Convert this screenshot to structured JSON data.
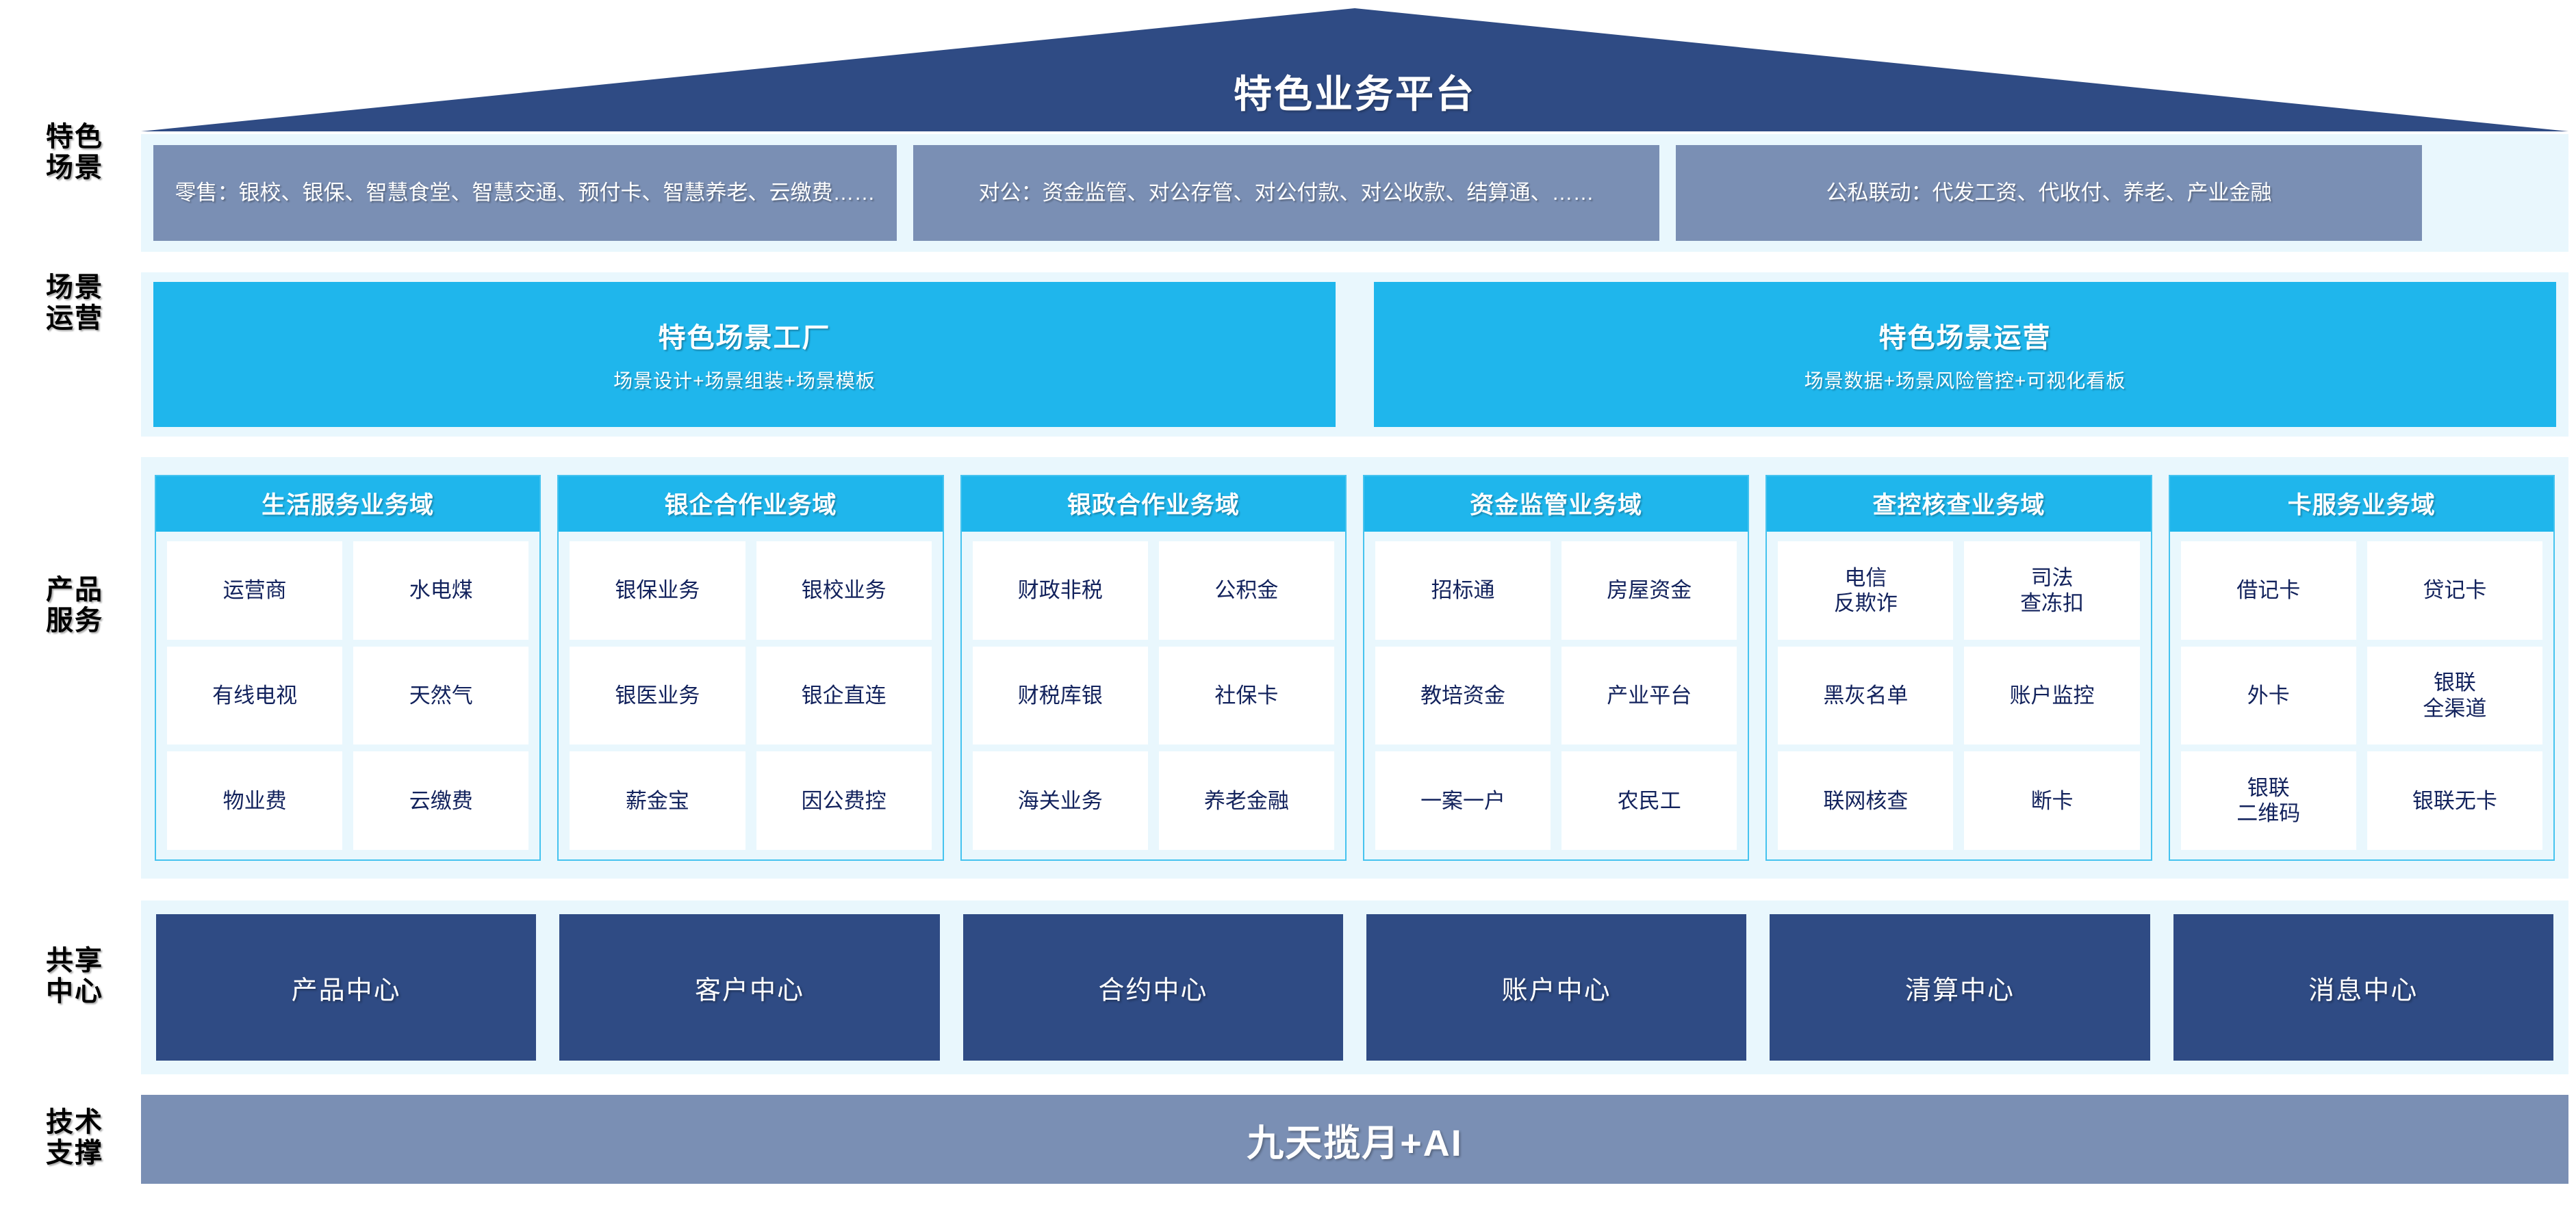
{
  "header": {
    "title": "特色业务平台"
  },
  "rows": {
    "scenes_label": "特色\n场景",
    "operations_label": "场景\n运营",
    "products_label": "产品\n服务",
    "shared_label": "共享\n中心",
    "tech_label": "技术\n支撑"
  },
  "scenes": [
    {
      "text": "零售：银校、银保、智慧食堂、智慧交通、预付卡、智慧养老、云缴费……"
    },
    {
      "text": "对公：资金监管、对公存管、对公付款、对公收款、结算通、……"
    },
    {
      "text": "公私联动：代发工资、代收付、养老、产业金融"
    }
  ],
  "operations": [
    {
      "title": "特色场景工厂",
      "subtitle": "场景设计+场景组装+场景模板"
    },
    {
      "title": "特色场景运营",
      "subtitle": "场景数据+场景风险管控+可视化看板"
    }
  ],
  "domains": [
    {
      "title": "生活服务业务域",
      "rows": [
        [
          "运营商",
          "水电煤"
        ],
        [
          "有线电视",
          "天然气"
        ],
        [
          "物业费",
          "云缴费"
        ]
      ]
    },
    {
      "title": "银企合作业务域",
      "rows": [
        [
          "银保业务",
          "银校业务"
        ],
        [
          "银医业务",
          "银企直连"
        ],
        [
          "薪金宝",
          "因公费控"
        ]
      ]
    },
    {
      "title": "银政合作业务域",
      "rows": [
        [
          "财政非税",
          "公积金"
        ],
        [
          "财税库银",
          "社保卡"
        ],
        [
          "海关业务",
          "养老金融"
        ]
      ]
    },
    {
      "title": "资金监管业务域",
      "rows": [
        [
          "招标通",
          "房屋资金"
        ],
        [
          "教培资金",
          "产业平台"
        ],
        [
          "一案一户",
          "农民工"
        ]
      ]
    },
    {
      "title": "查控核查业务域",
      "rows": [
        [
          "电信\n反欺诈",
          "司法\n查冻扣"
        ],
        [
          "黑灰名单",
          "账户监控"
        ],
        [
          "联网核查",
          "断卡"
        ]
      ]
    },
    {
      "title": "卡服务业务域",
      "rows": [
        [
          "借记卡",
          "贷记卡"
        ],
        [
          "外卡",
          "银联\n全渠道"
        ],
        [
          "银联\n二维码",
          "银联无卡"
        ]
      ]
    }
  ],
  "shared_centers": [
    "产品中心",
    "客户中心",
    "合约中心",
    "账户中心",
    "清算中心",
    "消息中心"
  ],
  "tech": {
    "label": "九天揽月+AI"
  },
  "colors": {
    "roof": "#2f4b84",
    "band": "#e9f7fd",
    "scene_box": "#7a8fb4",
    "cyan": "#1fb6ec",
    "card_border": "#45c3ef",
    "shared_box": "#2f4b84",
    "tech_bar": "#7a8fb4",
    "cell_text": "#12225c"
  }
}
